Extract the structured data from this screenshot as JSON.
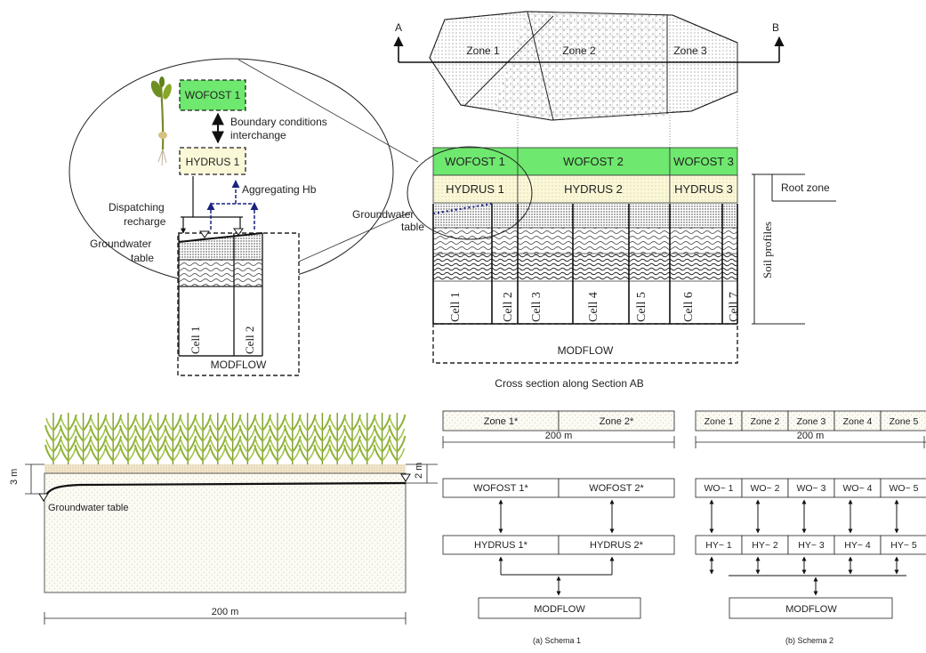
{
  "colors": {
    "wofost_green": "#6ee86e",
    "hydrus_yellow": "#fbf8d8",
    "arrow_navy": "#1a237e",
    "soil_fill": "#f3eedd",
    "crop_green": "#8fb33a"
  },
  "icons": {
    "plant": "seedling-icon",
    "crop_row": "maize-row-icon",
    "water_table": "water-table-triangle-icon"
  },
  "zoom": {
    "wofost": "WOFOST 1",
    "boundary1": "Boundary conditions",
    "boundary2": "interchange",
    "hydrus": "HYDRUS 1",
    "aggregating": "Aggregating Hb",
    "dispatching1": "Dispatching",
    "dispatching2": "recharge",
    "gw1": "Groundwater",
    "gw2": "table",
    "cell1": "Cell 1",
    "cell2": "Cell 2",
    "modflow": "MODFLOW"
  },
  "plan": {
    "a": "A",
    "b": "B",
    "zone1": "Zone 1",
    "zone2": "Zone 2",
    "zone3": "Zone 3"
  },
  "section": {
    "wofost1": "WOFOST 1",
    "wofost2": "WOFOST 2",
    "wofost3": "WOFOST 3",
    "hydrus1": "HYDRUS 1",
    "hydrus2": "HYDRUS 2",
    "hydrus3": "HYDRUS 3",
    "gw1": "Groundwater",
    "gw2": "table",
    "cells": [
      "Cell 1",
      "Cell 2",
      "Cell 3",
      "Cell 4",
      "Cell 5",
      "Cell 6",
      "Cell 7"
    ],
    "modflow": "MODFLOW",
    "root_zone": "Root zone",
    "soil_profiles": "Soil profiles",
    "caption": "Cross section along Section AB"
  },
  "field": {
    "left_depth": "3 m",
    "right_depth": "2 m",
    "gw_label": "Groundwater table",
    "width": "200 m"
  },
  "schema1": {
    "zones": [
      "Zone 1*",
      "Zone 2*"
    ],
    "width": "200 m",
    "wofost": [
      "WOFOST 1*",
      "WOFOST 2*"
    ],
    "hydrus": [
      "HYDRUS 1*",
      "HYDRUS 2*"
    ],
    "modflow": "MODFLOW",
    "caption": "(a) Schema 1"
  },
  "schema2": {
    "zones": [
      "Zone 1",
      "Zone 2",
      "Zone 3",
      "Zone 4",
      "Zone 5"
    ],
    "width": "200 m",
    "wofost": [
      "WO~ 1",
      "WO~ 2",
      "WO~ 3",
      "WO~ 4",
      "WO~ 5"
    ],
    "hydrus": [
      "HY~ 1",
      "HY~ 2",
      "HY~ 3",
      "HY~ 4",
      "HY~ 5"
    ],
    "modflow": "MODFLOW",
    "caption": "(b) Schema 2"
  }
}
